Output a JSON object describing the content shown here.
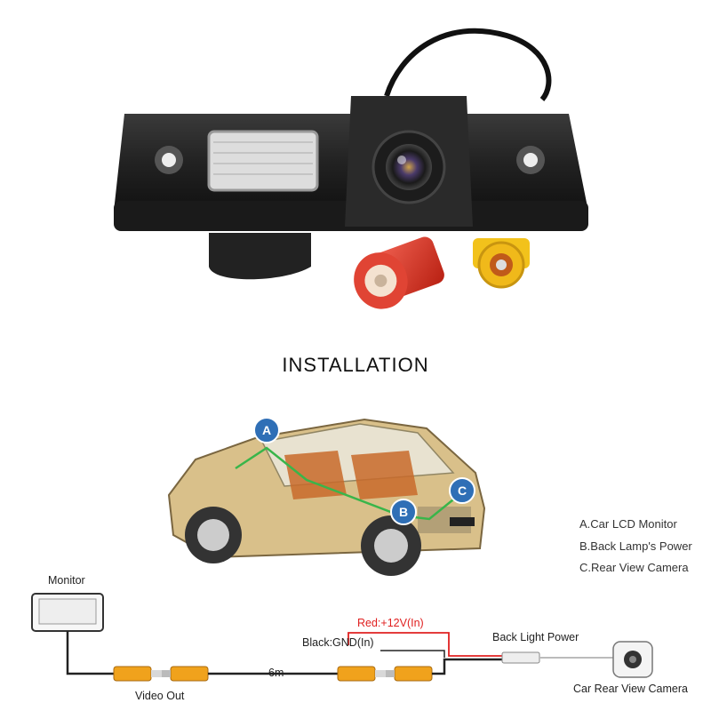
{
  "heading": "INSTALLATION",
  "car_markers": [
    {
      "letter": "A"
    },
    {
      "letter": "B"
    },
    {
      "letter": "C"
    }
  ],
  "legend": [
    "A.Car LCD Monitor",
    "B.Back Lamp's Power",
    "C.Rear View Camera"
  ],
  "wiring": {
    "monitor": "Monitor",
    "video_out": "Video Out",
    "length": "6m",
    "red_wire": "Red:+12V(In)",
    "black_wire": "Black:GND(In)",
    "back_light_power": "Back Light Power",
    "camera": "Car Rear View Camera"
  },
  "colors": {
    "red_plug": "#e23a2a",
    "yellow_plug": "#f2c21b",
    "connector_orange": "#f0a21c",
    "marker_blue": "#2f6fb6",
    "path_green": "#39b54a",
    "red_text": "#e02020"
  }
}
